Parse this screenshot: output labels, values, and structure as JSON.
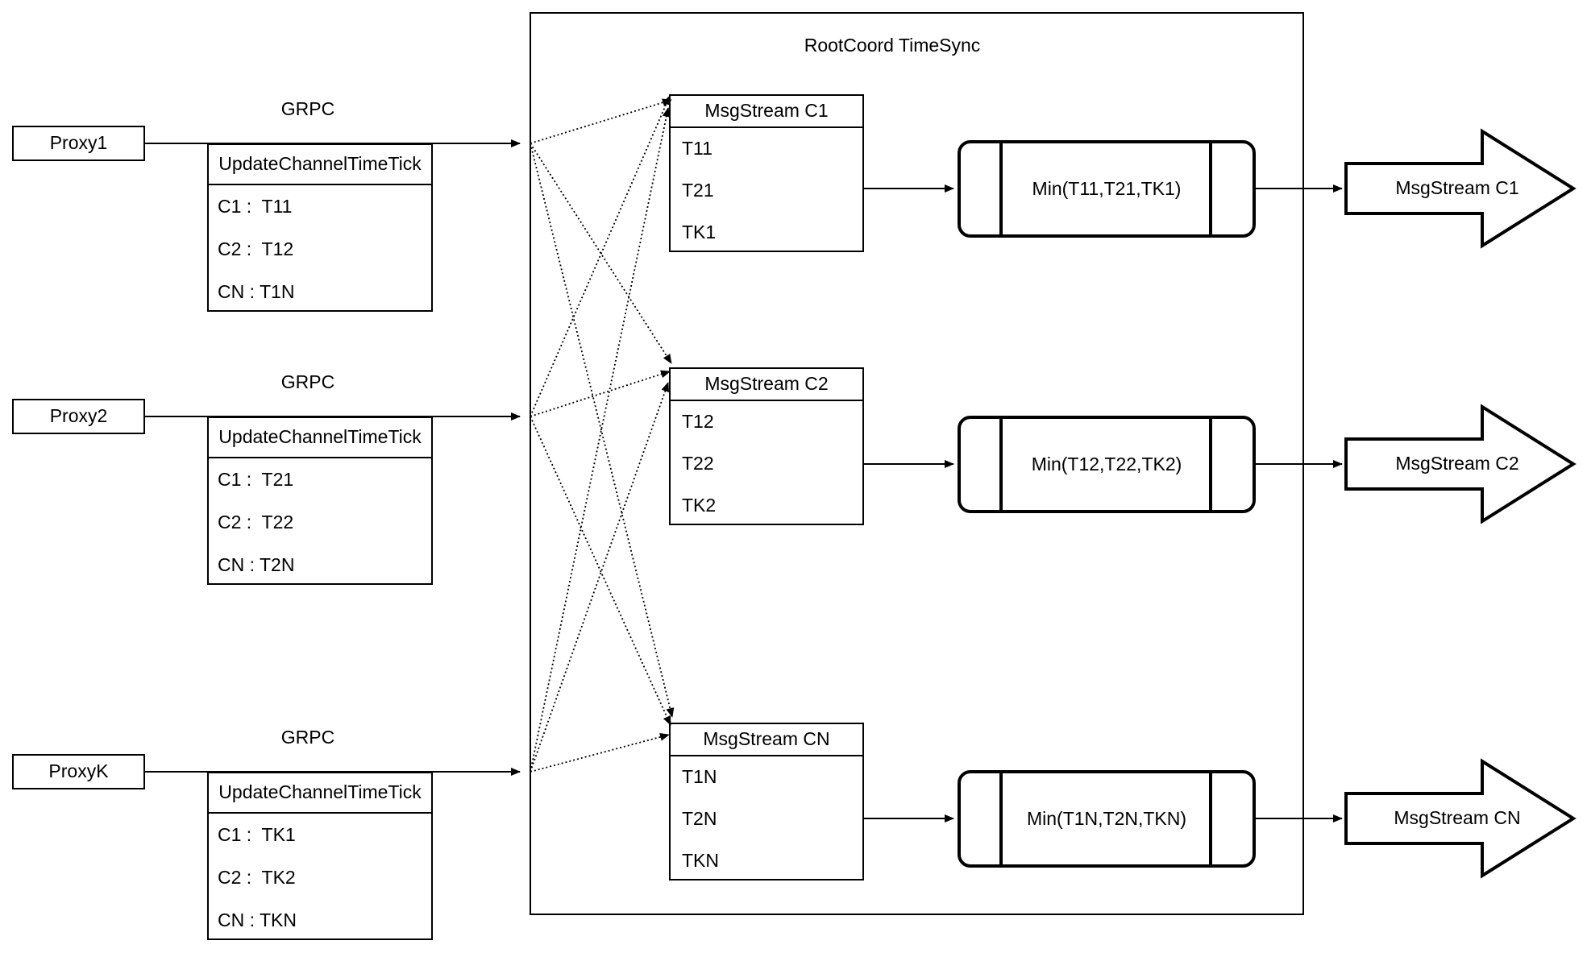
{
  "root": {
    "title": "RootCoord TimeSync"
  },
  "rows": [
    {
      "proxy_label": "Proxy1",
      "grpc_label": "GRPC",
      "update_table": {
        "header": "UpdateChannelTimeTick",
        "entries": [
          "C1 :  T11",
          "C2 :  T12",
          "CN : T1N"
        ]
      },
      "msg_table": {
        "header": "MsgStream C1",
        "entries": [
          "T11",
          "T21",
          "TK1"
        ]
      },
      "min_label": "Min(T11,T21,TK1)",
      "out_label": "MsgStream C1"
    },
    {
      "proxy_label": "Proxy2",
      "grpc_label": "GRPC",
      "update_table": {
        "header": "UpdateChannelTimeTick",
        "entries": [
          "C1 :  T21",
          "C2 :  T22",
          "CN : T2N"
        ]
      },
      "msg_table": {
        "header": "MsgStream C2",
        "entries": [
          "T12",
          "T22",
          "TK2"
        ]
      },
      "min_label": "Min(T12,T22,TK2)",
      "out_label": "MsgStream C2"
    },
    {
      "proxy_label": "ProxyK",
      "grpc_label": "GRPC",
      "update_table": {
        "header": "UpdateChannelTimeTick",
        "entries": [
          "C1 :  TK1",
          "C2 :  TK2",
          "CN : TKN"
        ]
      },
      "msg_table": {
        "header": "MsgStream CN",
        "entries": [
          "T1N",
          "T2N",
          "TKN"
        ]
      },
      "min_label": "Min(T1N,T2N,TKN)",
      "out_label": "MsgStream CN"
    }
  ],
  "colors": {
    "stroke": "#000000",
    "background": "#ffffff"
  }
}
